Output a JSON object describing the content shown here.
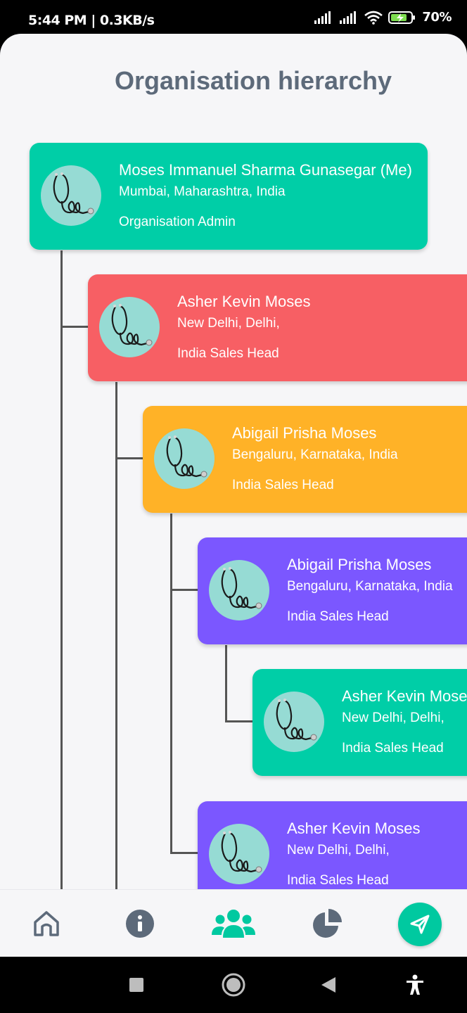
{
  "status_bar": {
    "time": "5:44 PM | 0.3KB/s",
    "battery": "70%"
  },
  "page": {
    "title": "Organisation hierarchy"
  },
  "nodes": [
    {
      "name": "Moses Immanuel Sharma Gunasegar (Me)",
      "location": "Mumbai, Maharashtra, India",
      "role": "Organisation Admin",
      "color": "#00cea7"
    },
    {
      "name": "Asher Kevin Moses",
      "location": "New Delhi, Delhi,",
      "role": "India Sales Head",
      "color": "#f75f64"
    },
    {
      "name": "Abigail Prisha Moses",
      "location": "Bengaluru, Karnataka, India",
      "role": "India Sales Head",
      "color": "#ffb227"
    },
    {
      "name": "Abigail Prisha Moses",
      "location": "Bengaluru, Karnataka, India",
      "role": "India Sales Head",
      "color": "#7b57ff"
    },
    {
      "name": "Asher Kevin Moses",
      "location": "New Delhi, Delhi,",
      "role": "India Sales Head",
      "color": "#00cea7"
    },
    {
      "name": "Asher Kevin Moses",
      "location": "New Delhi, Delhi,",
      "role": "India Sales Head",
      "color": "#7b57ff"
    }
  ],
  "bottom_nav": {
    "items": [
      {
        "icon": "home-icon",
        "active": false
      },
      {
        "icon": "info-icon",
        "active": false
      },
      {
        "icon": "users-icon",
        "active": true
      },
      {
        "icon": "pie-chart-icon",
        "active": false
      },
      {
        "icon": "send-icon",
        "active": false
      }
    ],
    "accent": "#00c9a0",
    "inactive_color": "#5d6a7a"
  },
  "system_nav": {
    "icons": [
      "recents-icon",
      "home-circle-icon",
      "back-icon",
      "accessibility-icon"
    ]
  }
}
